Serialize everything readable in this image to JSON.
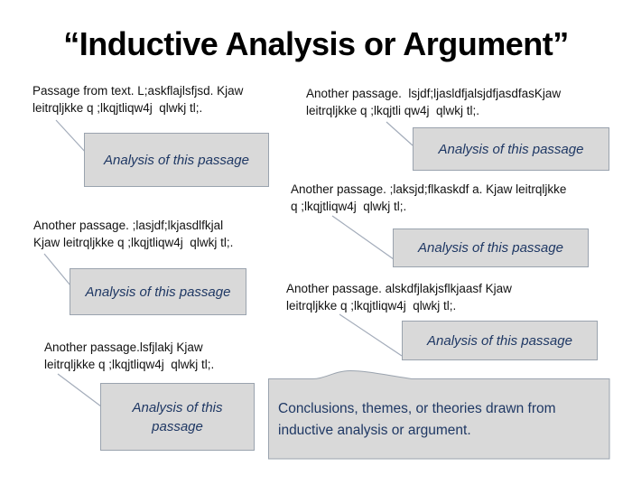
{
  "slide": {
    "title": "“Inductive Analysis or Argument”",
    "passages": [
      {
        "position": "top-left",
        "text": "Passage from text. L;askflajlsfjsd. Kjaw\nleitrqljkke q ;lkqjtliqw4j  qlwkj tl;.",
        "analysis_label": "Analysis of this passage"
      },
      {
        "position": "top-right",
        "text": "Another passage.  lsjdf;ljasldfjalsjdfjasdfasKjaw\nleitrqljkke q ;lkqjtli qw4j  qlwkj tl;.",
        "analysis_label": "Analysis of this passage"
      },
      {
        "position": "middle-right",
        "text": "Another passage. ;laksjd;flkaskdf a. Kjaw leitrqljkke\nq ;lkqjtliqw4j  qlwkj tl;.",
        "analysis_label": "Analysis of this passage"
      },
      {
        "position": "middle-left",
        "text": "Another passage. ;lasjdf;lkjasdlfkjal\nKjaw leitrqljkke q ;lkqjtliqw4j  qlwkj tl;.",
        "analysis_label": "Analysis of this passage"
      },
      {
        "position": "bottom-right",
        "text": "Another passage. alskdfjlakjsflkjaasf Kjaw\nleitrqljkke q ;lkqjtliqw4j  qlwkj tl;.",
        "analysis_label": "Analysis of this passage"
      },
      {
        "position": "bottom-left",
        "text": "Another passage.lsfjlakj Kjaw\nleitrqljkke q ;lkqjtliqw4j  qlwkj tl;.",
        "analysis_label": "Analysis of this passage"
      }
    ],
    "conclusion": {
      "text": "Conclusions, themes, or theories drawn from\ninductive analysis or argument."
    },
    "colors": {
      "background": "#ffffff",
      "title_text": "#000000",
      "passage_text": "#111111",
      "analysis_box_fill": "#d9d9d9",
      "analysis_box_border": "#9aa3ae",
      "analysis_text": "#1f3864",
      "conclusion_text": "#1f3864",
      "connector": "#a3acba"
    }
  }
}
